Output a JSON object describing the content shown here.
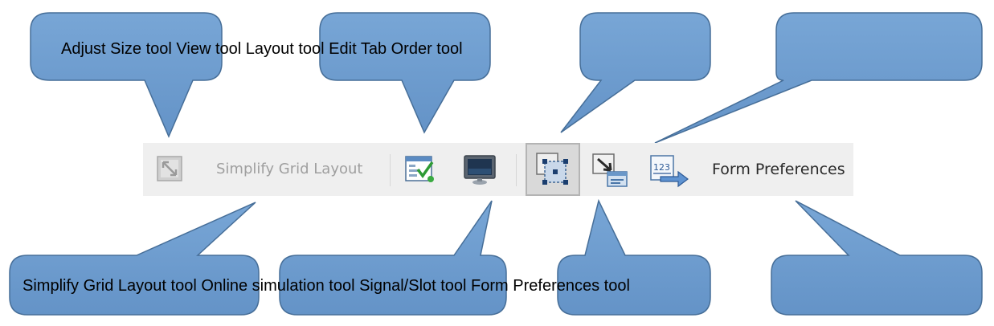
{
  "callouts": {
    "top_text": "Adjust Size tool View tool Layout tool Edit Tab Order tool",
    "bottom_text": "Simplify Grid Layout tool Online simulation tool Signal/Slot tool Form Preferences tool",
    "fill_color": "#6f9fd0",
    "stroke_color": "#466e98"
  },
  "toolbar": {
    "background": "#efefef",
    "items": [
      {
        "name": "adjust-size",
        "icon": "adjust-size-icon",
        "enabled": false
      },
      {
        "name": "simplify-grid-layout",
        "label": "Simplify Grid Layout",
        "enabled": false
      },
      {
        "name": "view",
        "icon": "form-check-icon",
        "enabled": true
      },
      {
        "name": "layout",
        "icon": "monitor-icon",
        "enabled": true
      },
      {
        "name": "edit-tab-order",
        "icon": "tab-order-icon",
        "enabled": true,
        "pressed": true
      },
      {
        "name": "online-simulation",
        "icon": "signal-slot-icon",
        "enabled": true
      },
      {
        "name": "signal-slot",
        "icon": "numbered-arrow-icon",
        "enabled": true
      },
      {
        "name": "form-preferences",
        "label": "Form Preferences",
        "enabled": true
      }
    ]
  }
}
